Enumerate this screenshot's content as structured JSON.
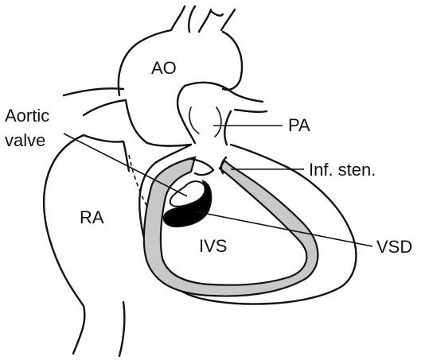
{
  "labels": {
    "ao": "AO",
    "pa": "PA",
    "aortic_valve_line1": "Aortic",
    "aortic_valve_line2": "valve",
    "inf_sten": "Inf. sten.",
    "ra": "RA",
    "ivs": "IVS",
    "vsd": "VSD"
  },
  "colors": {
    "line": "#111111",
    "septum_fill": "#c8c8c8",
    "vsd_fill": "#000000",
    "background": "#ffffff"
  }
}
